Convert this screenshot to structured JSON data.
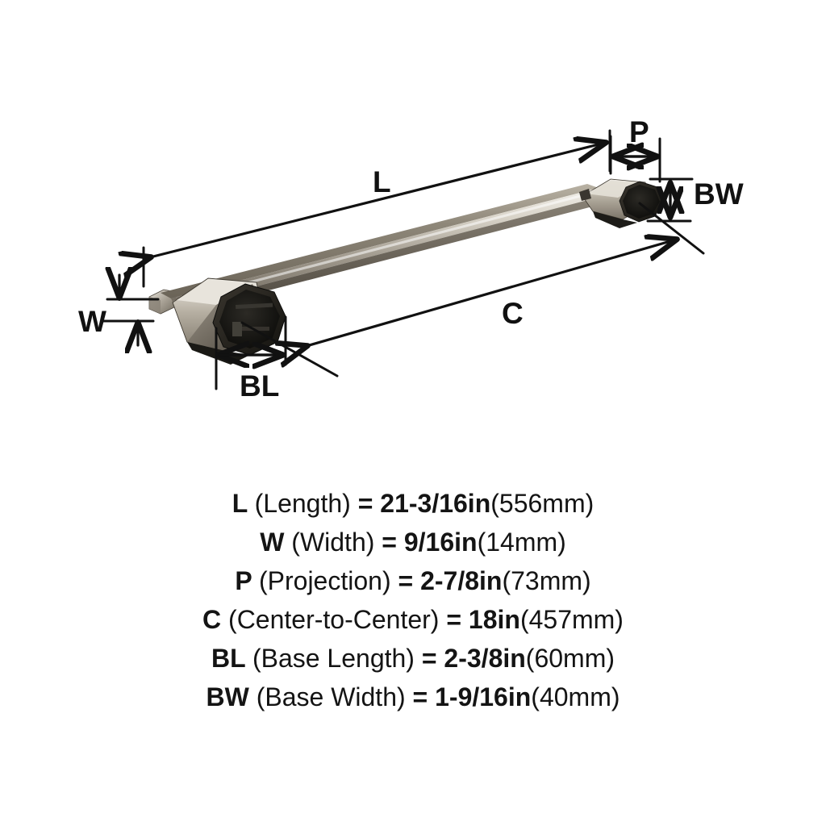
{
  "product": {
    "type": "towel-bar-dimension-diagram",
    "finish_colors": {
      "rail_light": "#cfc9bd",
      "rail_mid": "#8d8577",
      "rail_dark": "#5d564b",
      "post_dark": "#1b1b1b",
      "post_mid": "#6e675c",
      "post_light": "#c6c0b4",
      "line": "#111111",
      "background": "#ffffff"
    }
  },
  "diagram": {
    "labels": {
      "length": "L",
      "width": "W",
      "projection": "P",
      "base_width": "BW",
      "center_to_center": "C",
      "base_length": "BL"
    }
  },
  "legend": {
    "rows": [
      {
        "symbol": "L",
        "name": "(Length)",
        "equals": "=",
        "value": "21-3/16in",
        "metric": "(556mm)"
      },
      {
        "symbol": "W",
        "name": "(Width)",
        "equals": "=",
        "value": "9/16in",
        "metric": "(14mm)"
      },
      {
        "symbol": "P",
        "name": "(Projection)",
        "equals": "=",
        "value": "2-7/8in",
        "metric": "(73mm)"
      },
      {
        "symbol": "C",
        "name": "(Center-to-Center)",
        "equals": "=",
        "value": "18in",
        "metric": "(457mm)"
      },
      {
        "symbol": "BL",
        "name": "(Base Length)",
        "equals": "=",
        "value": "2-3/8in",
        "metric": "(60mm)"
      },
      {
        "symbol": "BW",
        "name": "(Base Width)",
        "equals": "=",
        "value": "1-9/16in",
        "metric": "(40mm)"
      }
    ]
  }
}
